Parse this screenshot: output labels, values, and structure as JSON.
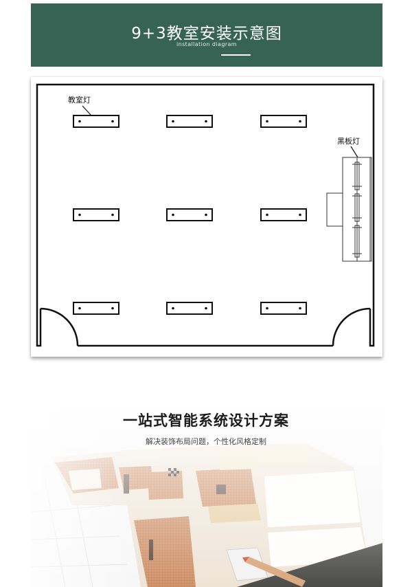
{
  "header": {
    "title": "9+3教室安装示意图",
    "subtitle": "installation diagram",
    "background_color": "#376355"
  },
  "diagram": {
    "labels": {
      "classroom_light": "教室灯",
      "blackboard_light": "黑板灯"
    },
    "classroom_lights": {
      "rows": 3,
      "columns": 3,
      "count": 9
    },
    "blackboard_lights": {
      "count": 3
    },
    "doors": 2
  },
  "section": {
    "title": "一站式智能系统设计方案",
    "subtitle": "解决装饰布局问题，个性化风格定制"
  },
  "photo": {
    "description": "floor-plan-with-pencil-and-ruler"
  }
}
